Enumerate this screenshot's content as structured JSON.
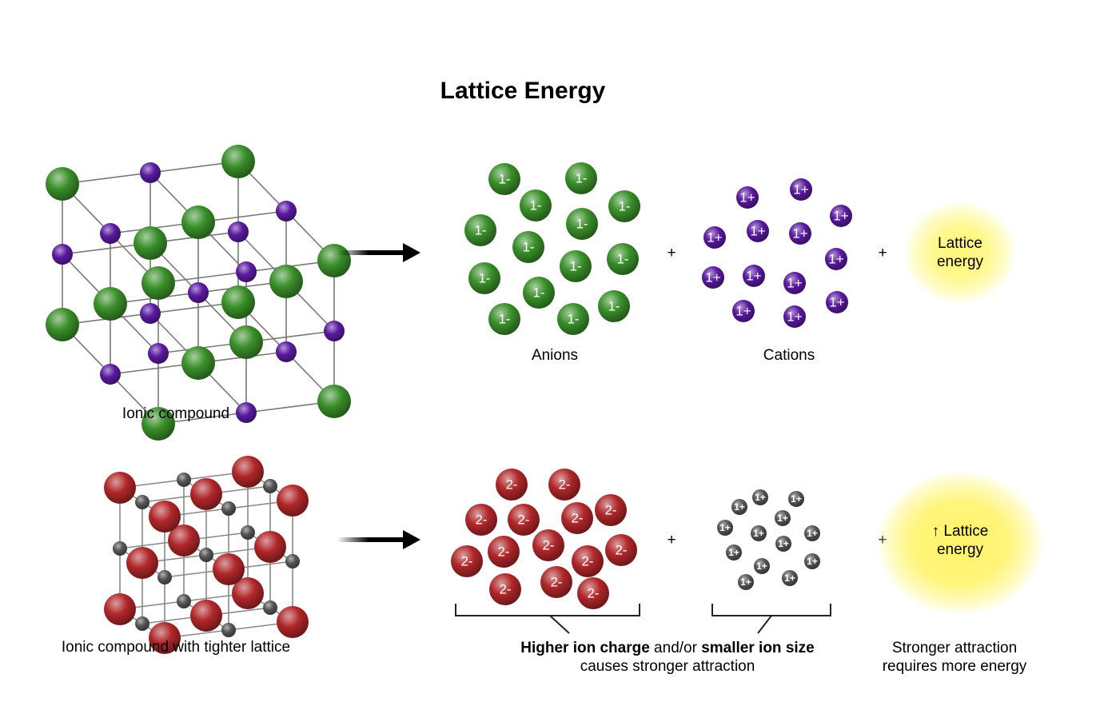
{
  "title": "Lattice Energy",
  "top_row": {
    "compound_label": "Ionic compound",
    "anion_group_label": "Anions",
    "cation_group_label": "Cations",
    "anion_charge": "1-",
    "cation_charge": "1+",
    "plus_symbol": "+",
    "energy_line1": "Lattice",
    "energy_line2": "energy"
  },
  "bottom_row": {
    "compound_label": "Ionic compound with tighter lattice",
    "anion_charge": "2-",
    "cation_charge": "1+",
    "plus_symbol": "+",
    "energy_line1": "↑ Lattice",
    "energy_line2": "energy",
    "ion_caption_bold1": "Higher ion charge",
    "ion_caption_mid": " and/or ",
    "ion_caption_bold2": "smaller ion size",
    "ion_caption_line2": "causes stronger attraction",
    "energy_caption_line1": "Stronger attraction",
    "energy_caption_line2": "requires more energy"
  },
  "colors": {
    "anion_green": "#3a8f2a",
    "cation_purple": "#5a1aa0",
    "anion_red": "#b0272a",
    "cation_gray": "#555555",
    "glow": "#fff67a"
  }
}
